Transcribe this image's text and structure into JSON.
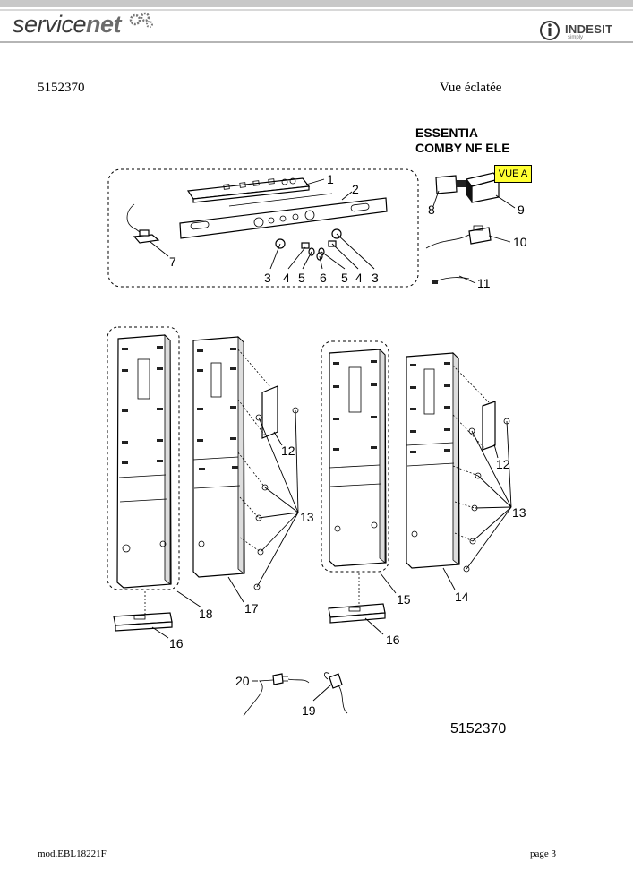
{
  "header": {
    "logo_main": "service",
    "logo_net": "net",
    "brand_name": "INDESIT",
    "brand_sub": "simply"
  },
  "document": {
    "part_number": "5152370",
    "title": "Vue éclatée",
    "model_line1": "ESSENTIA",
    "model_line2": "COMBY NF ELE",
    "view_tag": "VUE A",
    "reference": "5152370"
  },
  "callouts": {
    "c1": "1",
    "c2": "2",
    "c3a": "3",
    "c4a": "4",
    "c5a": "5",
    "c6": "6",
    "c5b": "5",
    "c4b": "4",
    "c3b": "3",
    "c7": "7",
    "c8": "8",
    "c9": "9",
    "c10": "10",
    "c11": "11",
    "c12a": "12",
    "c12b": "12",
    "c13a": "13",
    "c13b": "13",
    "c14": "14",
    "c15": "15",
    "c16a": "16",
    "c16b": "16",
    "c17": "17",
    "c18": "18",
    "c19": "19",
    "c20": "20"
  },
  "footer": {
    "left": "mod.EBL18221F",
    "right": "page 3"
  }
}
